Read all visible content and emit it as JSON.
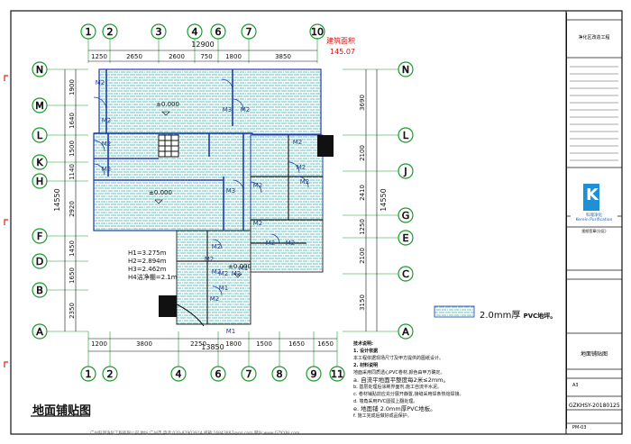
{
  "title": "地面铺贴图",
  "area": {
    "label": "建筑面积",
    "value": "145.07"
  },
  "grid": {
    "top_axes": [
      "1",
      "2",
      "3",
      "4",
      "6",
      "7",
      "10"
    ],
    "bottom_axes": [
      "1",
      "2",
      "4",
      "6",
      "7",
      "8",
      "9",
      "11"
    ],
    "left_axes": [
      "N",
      "M",
      "L",
      "K",
      "H",
      "F",
      "D",
      "B",
      "A"
    ],
    "right_axes": [
      "N",
      "L",
      "J",
      "G",
      "E",
      "C",
      "A"
    ],
    "top_overall": "12900",
    "top_dims": [
      "1250",
      "2650",
      "2600",
      "750",
      "1800",
      "3850"
    ],
    "bottom_overall": "13850",
    "bottom_dims": [
      "1200",
      "3800",
      "2250",
      "1800",
      "1500",
      "1650",
      "1650"
    ],
    "left_overall": "14550",
    "left_dims": [
      "1900",
      "1640",
      "1500",
      "1140",
      "2920",
      "1450",
      "1650",
      "2350"
    ],
    "right_overall": "14550",
    "right_dims": [
      "3690",
      "2100",
      "2410",
      "1250",
      "2100",
      "3150"
    ]
  },
  "doors": [
    "M2",
    "M3",
    "M2",
    "M2",
    "M2",
    "M2",
    "M3",
    "M2",
    "M2",
    "M2",
    "M2",
    "M2",
    "M2",
    "M2",
    "M2",
    "M2",
    "M2",
    "M1",
    "M2",
    "M1",
    "M2",
    "M1",
    "M2"
  ],
  "levels": [
    "±0.000",
    "±0.000",
    "±0.000"
  ],
  "heights": [
    "H1=3.275m",
    "H2=2.894m",
    "H3=2.462m",
    "H4洁净棚=2.1m"
  ],
  "legend": {
    "size": "2.0mm厚",
    "material": "PVC地坪。"
  },
  "notes": {
    "title": "技术说明:",
    "sub1": "1. 设计依据",
    "line1": "本工程依据现场尺寸及甲方提供的图纸设计。",
    "sub2": "2. 材料说明",
    "line2": "地面采用同质透心PVC卷材,颜色由甲方确定。",
    "line3": "a. 自流平地面平整度每2米≤2mm。",
    "line4": "b. 基层处理后涂刷界面剂,施工自流平水泥。",
    "line5": "c. 卷材铺贴前应充分展开静置,接缝采用焊条热熔焊接。",
    "line6": "d. 墙角采用PVC圆弧上翻处理。",
    "line7": "e. 地面铺 2.0mm厚PVC地板。",
    "line8": "f. 施工完成后做好成品保护。"
  },
  "title_block": {
    "project": "净化区改造工程",
    "logo_cn": "科瑞净化",
    "logo_en": "Kerein Purification",
    "seal_label": "图纸签章(分区)",
    "field1": "",
    "drawing_name": "地面铺贴图",
    "sheet_size": "A3",
    "drawing_number": "GZKHSY-20180125",
    "sheet_code": "PM-03"
  },
  "footer": "广州科瑞净化工程有限公司 地址:广州市 电话:020-82903914 邮箱:16843887@qq.com 网址:www.GZKYJH.com",
  "colors": {
    "wall": "#1d3cae",
    "grid": "#1a9a2a",
    "floor": "#3aa6a6",
    "area_label": "#d21111"
  }
}
